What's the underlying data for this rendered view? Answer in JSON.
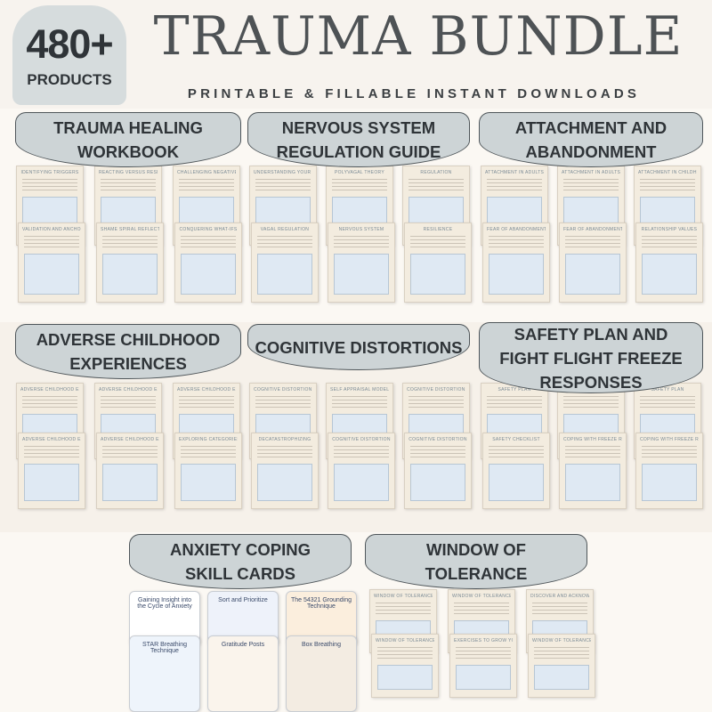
{
  "header": {
    "badge_number": "480+",
    "badge_label": "PRODUCTS",
    "title": "TRAUMA BUNDLE",
    "subtitle": "PRINTABLE & FILLABLE INSTANT DOWNLOADS"
  },
  "sections": [
    {
      "label": "TRAUMA HEALING\nWORKBOOK",
      "pages": [
        "IDENTIFYING TRIGGERS",
        "REACTING VERSUS RESPONDING",
        "CHALLENGING NEGATIVE SELF-TALK",
        "VALIDATION AND ANCHORING",
        "SHAME SPIRAL REFLECTION",
        "CONQUERING WHAT-IFS"
      ]
    },
    {
      "label": "NERVOUS SYSTEM\nREGULATION GUIDE",
      "pages": [
        "UNDERSTANDING YOUR NERVOUS SYSTEM",
        "POLYVAGAL THEORY",
        "REGULATION",
        "VAGAL REGULATION",
        "NERVOUS SYSTEM",
        "RESILIENCE"
      ]
    },
    {
      "label": "ATTACHMENT AND\nABANDONMENT",
      "pages": [
        "ATTACHMENT IN ADULTS",
        "ATTACHMENT IN ADULTS",
        "ATTACHMENT IN CHILDHOOD",
        "FEAR OF ABANDONMENT",
        "FEAR OF ABANDONMENT",
        "RELATIONSHIP VALUES"
      ]
    },
    {
      "label": "ADVERSE CHILDHOOD\nEXPERIENCES",
      "pages": [
        "ADVERSE CHILDHOOD EXPERIENCES",
        "ADVERSE CHILDHOOD EXPERIENCES",
        "ADVERSE CHILDHOOD EXPERIENCES",
        "ADVERSE CHILDHOOD EXPERIENCES",
        "ADVERSE CHILDHOOD EXPERIENCES",
        "EXPLORING CATEGORIES"
      ]
    },
    {
      "label": "COGNITIVE DISTORTIONS",
      "pages": [
        "COGNITIVE DISTORTION LABELING",
        "SELF APPRAISAL MODEL",
        "COGNITIVE DISTORTIONS",
        "DECATASTROPHIZING",
        "COGNITIVE DISTORTION",
        "COGNITIVE DISTORTION"
      ]
    },
    {
      "label": "SAFETY PLAN AND\nFIGHT FLIGHT FREEZE\nRESPONSES",
      "pages": [
        "SAFETY PLAN",
        "SAFETY PLAN",
        "SAFETY PLAN",
        "SAFETY CHECKLIST",
        "COPING WITH FREEZE RESPONSE",
        "COPING WITH FREEZE RESPONSE"
      ]
    },
    {
      "label": "ANXIETY COPING\nSKILL CARDS",
      "cards": [
        "Gaining Insight into the Cycle of Anxiety",
        "Sort and Prioritize",
        "The 54321 Grounding Technique",
        "STAR Breathing Technique",
        "Gratitude Posts",
        "Box Breathing"
      ]
    },
    {
      "label": "WINDOW OF\nTOLERANCE",
      "pages": [
        "WINDOW OF TOLERANCE",
        "WINDOW OF TOLERANCE",
        "DISCOVER AND ACKNOWLEDGE YOUR WINDOW OF TOLERANCE",
        "WINDOW OF TOLERANCE",
        "EXERCISES TO GROW YOUR WINDOW OF TOLERANCE",
        "WINDOW OF TOLERANCE"
      ]
    }
  ],
  "colors": {
    "background": "#f7f3ee",
    "tab": "#cdd4d6",
    "page": "#f3ecdf",
    "accent_blue": "#dfe9f3"
  }
}
